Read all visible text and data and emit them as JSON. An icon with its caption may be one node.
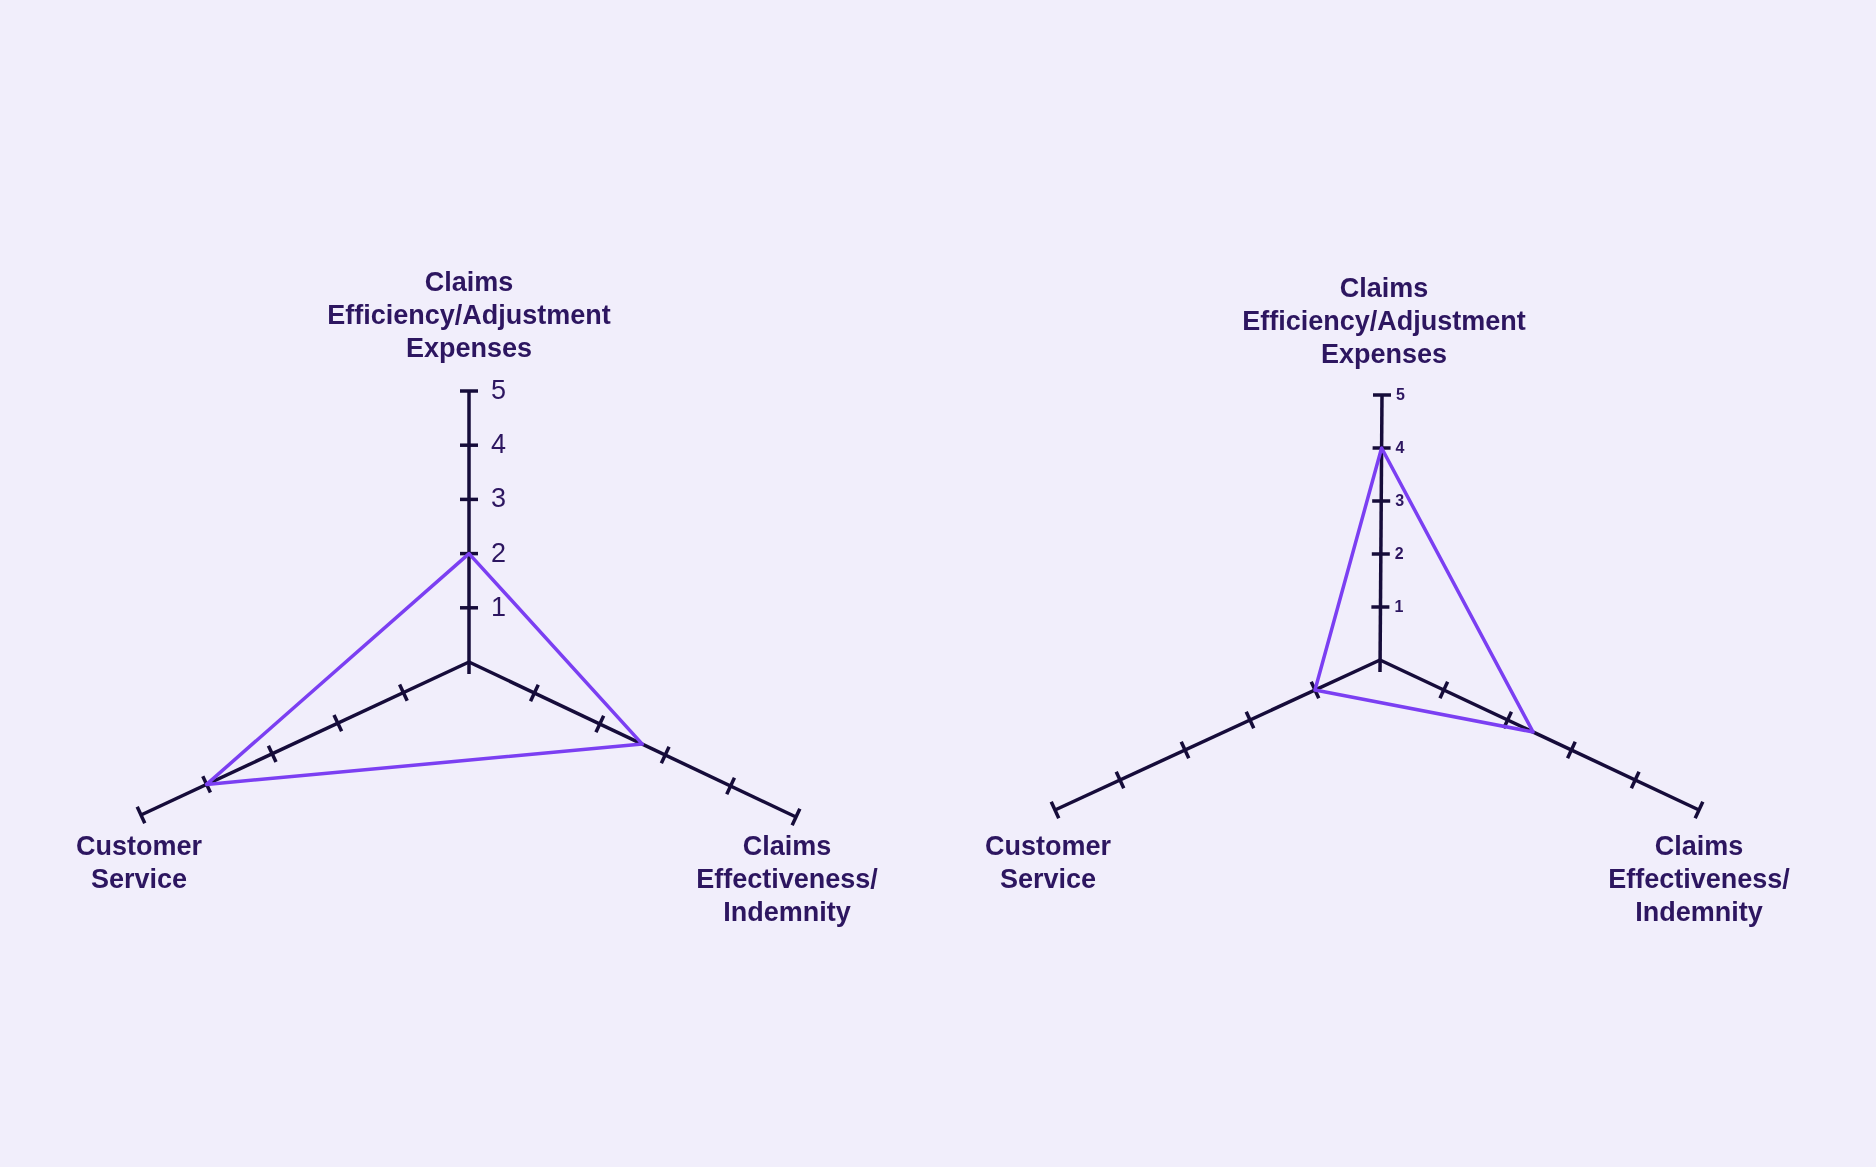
{
  "diagram": {
    "labels": [
      "Claims Efficiency/Adjustment Expenses",
      "5",
      "4",
      "3",
      "2",
      "1",
      "Customer Service",
      "Claims Effectiveness/ Indemnity",
      "Claims Efficiency/Adjustment Expenses",
      "5",
      "4",
      "3",
      "2",
      "1",
      "Customer Service",
      "Claims Effectiveness/ Indemnity"
    ]
  }
}
